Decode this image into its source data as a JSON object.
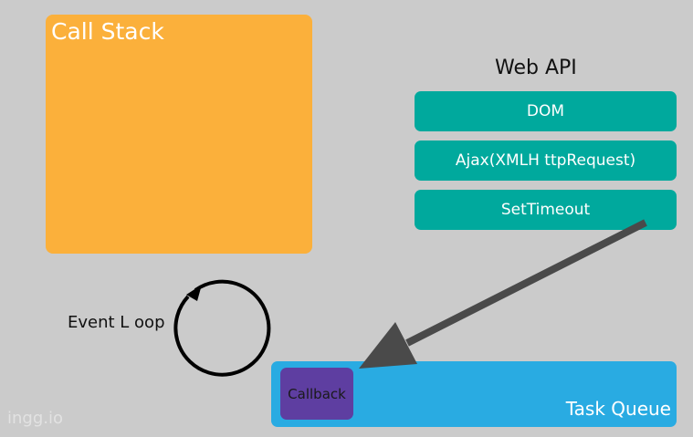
{
  "call_stack": {
    "title": "Call Stack",
    "color": "#fbb03b"
  },
  "web_api": {
    "title": "Web API",
    "color": "#00a99d",
    "items": [
      {
        "label": "DOM"
      },
      {
        "label": "Ajax(XMLH ttpRequest)"
      },
      {
        "label": "SetTimeout"
      }
    ]
  },
  "task_queue": {
    "title": "Task Queue",
    "color": "#29abe2",
    "callback_label": "Callback",
    "callback_color": "#5e3ea1"
  },
  "event_loop": {
    "label": "Event L oop"
  },
  "watermark": "ingg.io"
}
